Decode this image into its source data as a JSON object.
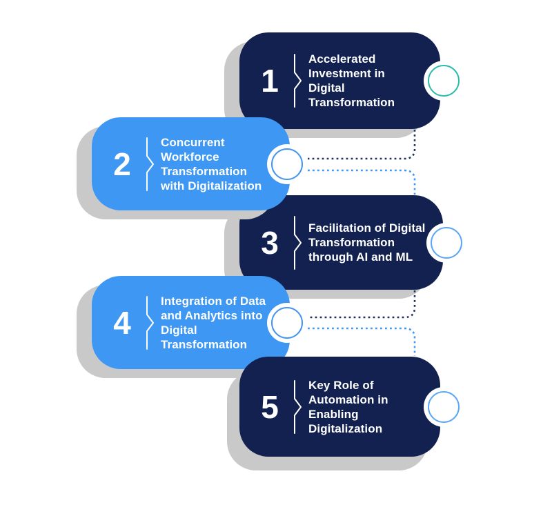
{
  "title": "Digitalization key themes infographic",
  "colors": {
    "navy_card": "#122150",
    "blue_card": "#3e97f3",
    "card_text": "#ffffff",
    "shadow": "#c9c9c9",
    "connector_dark": "#1e3060",
    "connector_light": "#3f97f3",
    "ring_teal": "#2abcab",
    "ring_blue": "#4595ef",
    "ring_light_blue": "#5ba6f5"
  },
  "cards": [
    {
      "number": "1",
      "title": "Accelerated\nInvestment in\nDigital\nTransformation",
      "variant": "navy",
      "side": "right",
      "ring_color": "#2abcab"
    },
    {
      "number": "2",
      "title": "Concurrent\nWorkforce\nTransformation\nwith Digitalization",
      "variant": "blue",
      "side": "left",
      "ring_color": "#4595ef"
    },
    {
      "number": "3",
      "title": "Facilitation of Digital\nTransformation\nthrough AI and ML",
      "variant": "navy",
      "side": "right",
      "ring_color": "#5ba6f5"
    },
    {
      "number": "4",
      "title": "Integration of Data\nand Analytics into\nDigital\nTransformation",
      "variant": "blue",
      "side": "left",
      "ring_color": "#4595ef"
    },
    {
      "number": "5",
      "title": "Key Role of\nAutomation in\nEnabling\nDigitalization",
      "variant": "navy",
      "side": "right",
      "ring_color": "#5ba6f5"
    }
  ]
}
